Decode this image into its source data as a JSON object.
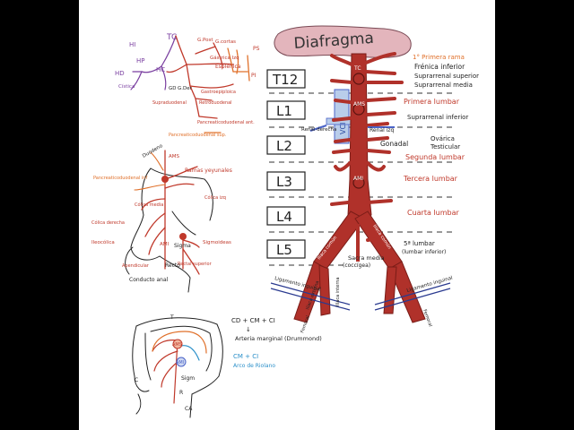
{
  "colors": {
    "artery": "#b0312a",
    "artery_dark": "#8c1f1a",
    "vein": "#4a63c8",
    "vein_fill": "#b9cdea",
    "diaphragm": "#e3b5bc",
    "label_red": "#c0392b",
    "label_orange": "#e0702a",
    "label_purple": "#7a3fa0",
    "label_blue": "#2a8fc9",
    "ink": "#222222"
  },
  "vertebrae": [
    "T12",
    "L1",
    "L2",
    "L3",
    "L4",
    "L5"
  ],
  "aorta": {
    "diaphragm": "Diafragma",
    "primera_rama": "1° Primera rama",
    "frenica_inferior": "Frénica inferior",
    "suprarrenal_superior": "Suprarrenal superior",
    "suprarrenal_media": "Suprarrenal media",
    "primera_lumbar": "Primera lumbar",
    "suprarrenal_inferior": "Suprarrenal inferior",
    "renal_izq": "Renal izq",
    "renal_derecha": "Renal derecha",
    "vci": "VCI",
    "gonadal": "Gonadal",
    "ovarica": "Ovárica",
    "testicular": "Testicular",
    "segunda_lumbar": "Segunda lumbar",
    "tercera_lumbar": "Tercera lumbar",
    "cuarta_lumbar": "Cuarta lumbar",
    "quinta_lumbar": "5ª lumbar",
    "lumbar_inferior": "(lumbar inferior)",
    "sacra_media": "Sacra media",
    "coccigea": "(coccígea)",
    "tc": "TC",
    "ams": "AMS",
    "ami": "AMI",
    "iliaca_comun_izq": "Ilíaca común",
    "iliaca_comun_der": "Ilíaca común",
    "iliaca_externa": "Ilíaca externa",
    "iliaca_interna": "Ilíaca interna",
    "ligamento_inguinal": "Ligamento inguinal",
    "femoral": "Femoral"
  },
  "celiac": {
    "tc": "TC",
    "hi": "HI",
    "hp": "HP",
    "hd": "HD",
    "hc": "HC",
    "cistica": "Cística",
    "gd": "GD",
    "g_der": "G.Der",
    "g_post": "G.Post",
    "g_cortas": "G.cortas",
    "gastrica": "Gástrica Izq",
    "esplenica": "Esplénica",
    "ps": "PS",
    "pi": "PI",
    "gep": "Gastroepiploica",
    "retroduodenal": "Retroduodenal",
    "supraduodenal": "Supraduodenal",
    "pancreaticoduodenal_ant": "Pancreaticoduodenal ant.",
    "pancreaticoduodenal_sup": "Pancreaticoduodenal sup."
  },
  "mesenteric": {
    "ams": "AMS",
    "duodeno": "Duodeno",
    "pancreaticoduodenal_inf": "Pancreaticoduodenal inf",
    "ramas_yeyunales": "Ramas yeyunales",
    "colica_media": "Cólica media",
    "colica_derecha": "Cólica derecha",
    "colica_izq": "Cólica izq",
    "ileocolica": "Ileocólica",
    "ami": "AMI",
    "apendicular": "Apendicular",
    "sigmoideas": "Sigmoideas",
    "rectal_superior": "Rectal superior",
    "sigma": "Sigma",
    "recto": "Recto",
    "conducto_anal": "Conducto anal"
  },
  "colon": {
    "formula": "CD + CM + CI",
    "arteria_marginal": "Arteria marginal (Drummond)",
    "arco": "CM + CI",
    "arco_riolano": "Arco de Riolano",
    "ams": "AMS",
    "ami": "AMI",
    "sigm": "Sigm",
    "t": "T",
    "c": "C",
    "r": "R",
    "ca": "CA"
  }
}
